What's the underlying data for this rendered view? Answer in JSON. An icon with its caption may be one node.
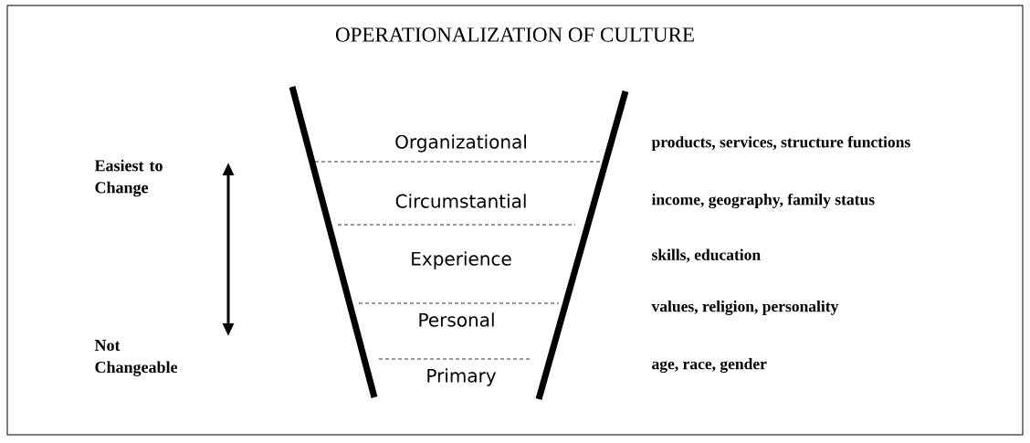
{
  "diagram": {
    "title": "OPERATIONALIZATION OF CULTURE",
    "labels": [
      "Easiest to Change",
      "Organizational",
      "products, services, structure functions",
      "Circumstantial",
      "income, geography, family status",
      "Experience",
      "skills, education",
      "Personal",
      "values, religion, personality",
      "Not Changeable",
      "Primary",
      "age, race, gender"
    ]
  }
}
